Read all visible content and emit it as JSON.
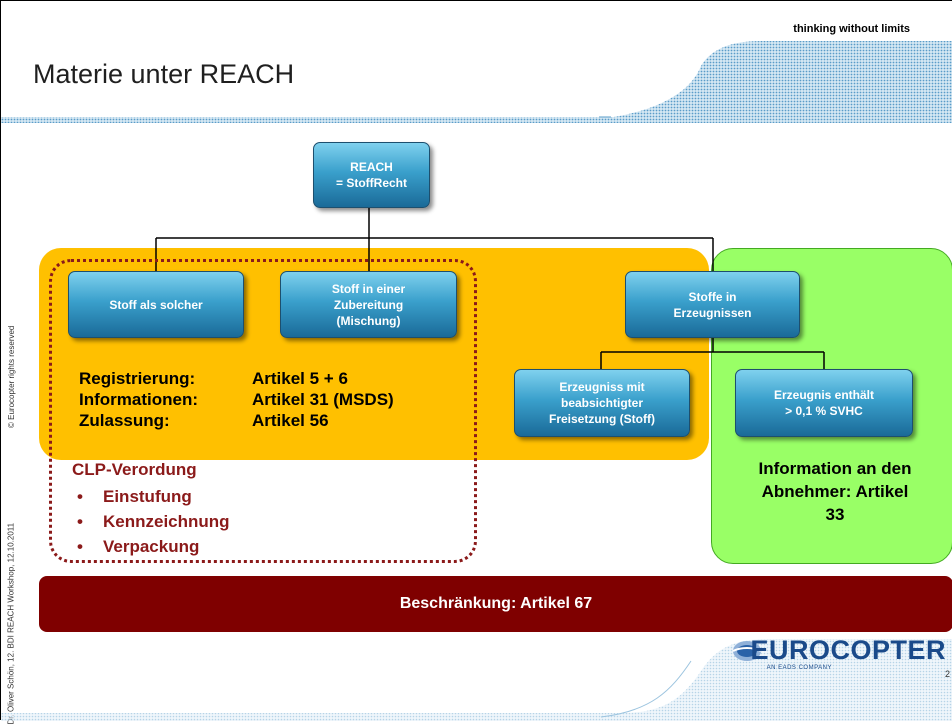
{
  "slide": {
    "title": "Materie unter REACH",
    "slogan": "thinking without limits",
    "copyright": "© Eurocopter rights reserved",
    "author": "Dr. Oliver Schön, 12. BDI REACH Workshop, 12.10.2011",
    "page_number": "2"
  },
  "diagram": {
    "root": {
      "line1": "REACH",
      "line2": "= StoffRecht"
    },
    "stoff_als_solcher": "Stoff als solcher",
    "stoff_in_zubereitung": [
      "Stoff in einer",
      "Zubereitung",
      "(Mischung)"
    ],
    "stoffe_in_erzeugnissen": [
      "Stoffe in",
      "Erzeugnissen"
    ],
    "erzeugnis_freisetzung": [
      "Erzeugniss mit",
      "beabsichtigter",
      "Freisetzung (Stoff)"
    ],
    "erzeugnis_svhc": [
      "Erzeugnis enthält",
      "> 0,1 % SVHC"
    ]
  },
  "requirements": [
    {
      "label": "Registrierung:",
      "value": "Artikel 5 + 6"
    },
    {
      "label": "Informationen:",
      "value": "Artikel 31 (MSDS)"
    },
    {
      "label": "Zulassung:",
      "value": "Artikel 56"
    }
  ],
  "clp": {
    "title": "CLP-Verordung",
    "items": [
      "Einstufung",
      "Kennzeichnung",
      "Verpackung"
    ]
  },
  "information": [
    "Information an den",
    "Abnehmer: Artikel",
    "33"
  ],
  "restriction": "Beschränkung: Artikel 67",
  "logo": {
    "name": "EUROCOPTER",
    "tagline": "AN EADS COMPANY"
  },
  "colors": {
    "zone_yellow": "#ffc000",
    "zone_green": "#99ff66",
    "bar_dark_red": "#7f0000",
    "clp_text": "#8b1a1a",
    "node_blue": "#3aa0cc"
  }
}
